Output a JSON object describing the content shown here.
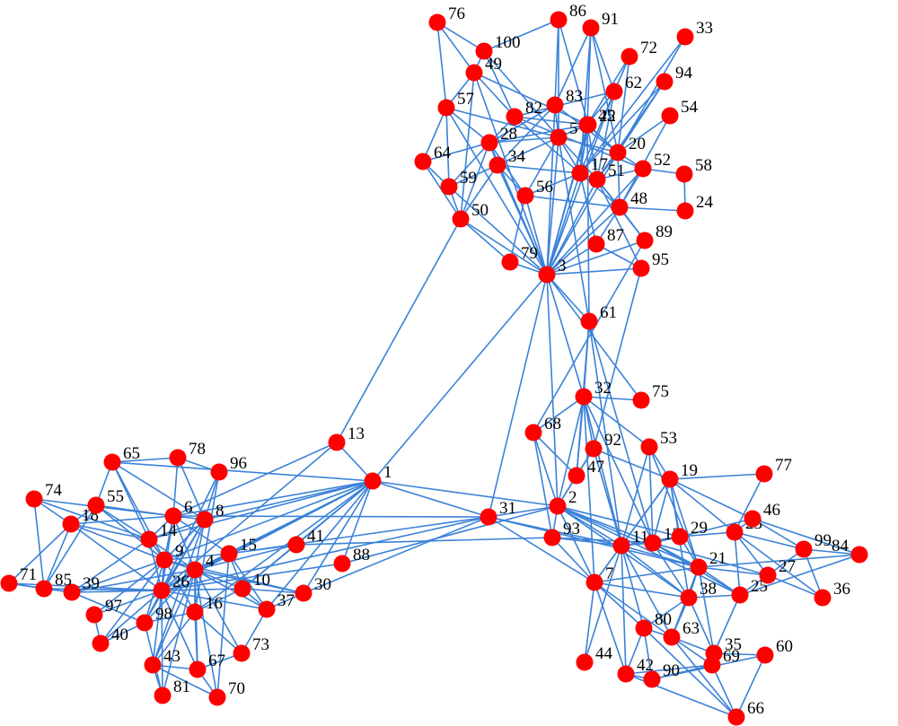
{
  "graph": {
    "node_color": "#ff0000",
    "edge_color": "#3b82d8",
    "nodes": [
      "1",
      "2",
      "3",
      "4",
      "5",
      "6",
      "7",
      "8",
      "9",
      "10",
      "11",
      "12",
      "13",
      "14",
      "15",
      "16",
      "17",
      "18",
      "19",
      "20",
      "21",
      "22",
      "23",
      "24",
      "25",
      "26",
      "27",
      "28",
      "29",
      "30",
      "31",
      "32",
      "33",
      "34",
      "35",
      "36",
      "37",
      "38",
      "39",
      "40",
      "41",
      "42",
      "43",
      "44",
      "45",
      "46",
      "47",
      "48",
      "49",
      "50",
      "51",
      "52",
      "53",
      "54",
      "55",
      "56",
      "57",
      "58",
      "59",
      "60",
      "61",
      "62",
      "63",
      "64",
      "65",
      "66",
      "67",
      "68",
      "69",
      "70",
      "71",
      "72",
      "73",
      "74",
      "75",
      "76",
      "77",
      "78",
      "79",
      "80",
      "81",
      "82",
      "83",
      "84",
      "85",
      "86",
      "87",
      "88",
      "89",
      "90",
      "91",
      "92",
      "93",
      "94",
      "95",
      "96",
      "97",
      "98",
      "99",
      "100"
    ]
  }
}
